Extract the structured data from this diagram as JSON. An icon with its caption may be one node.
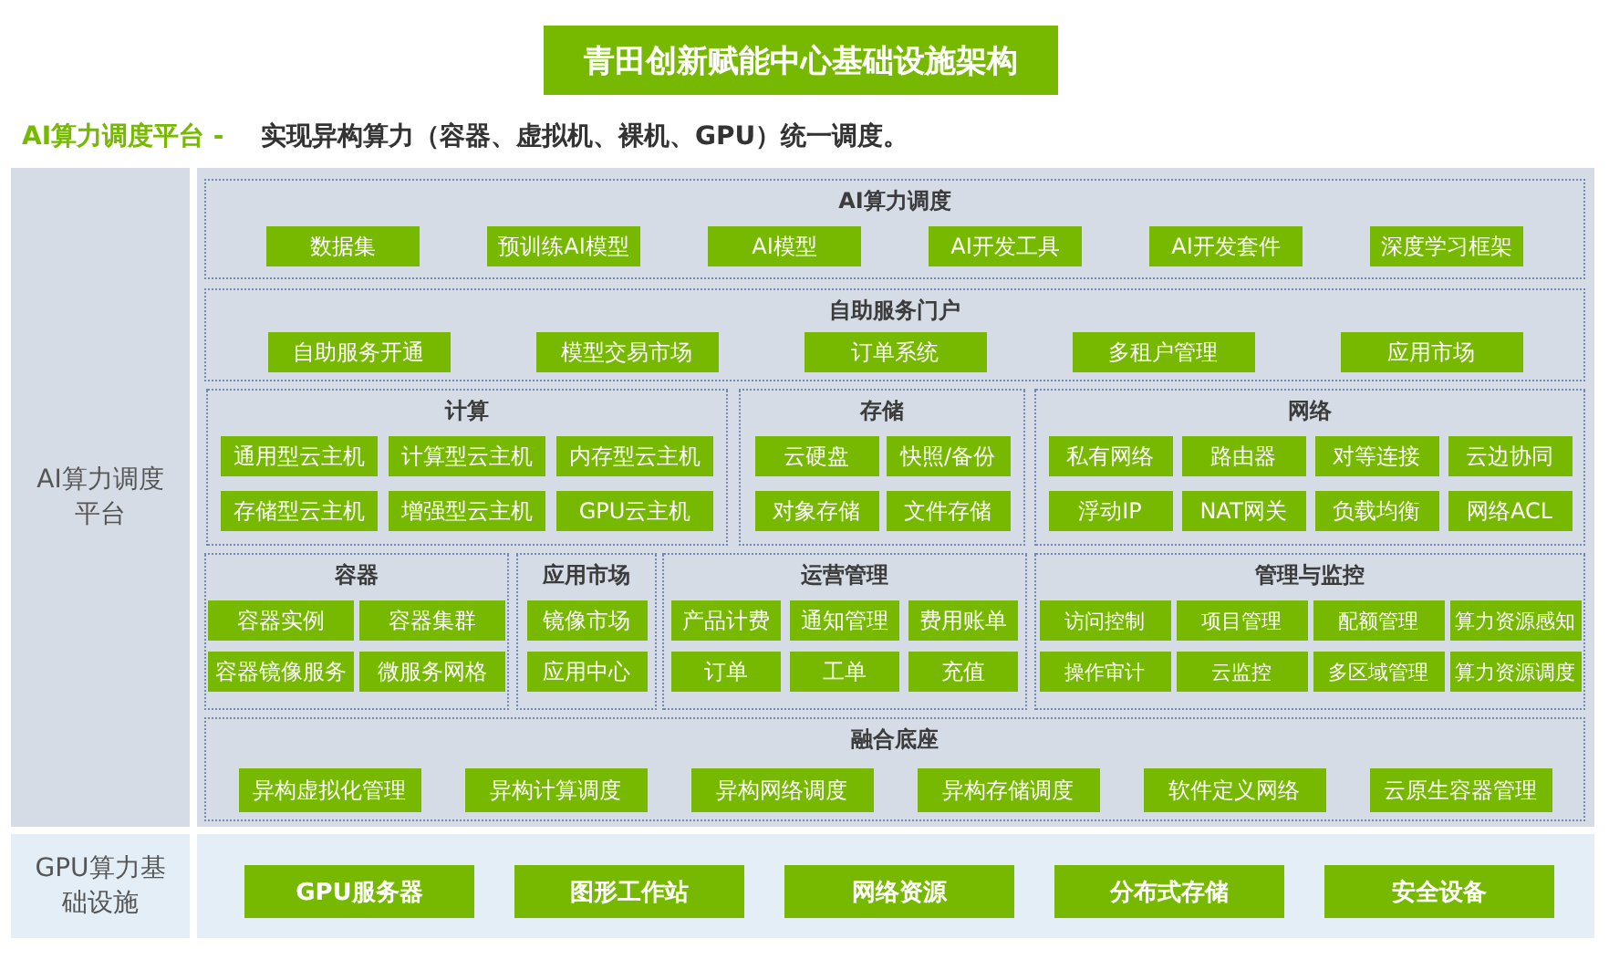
{
  "diagram": {
    "title": "青田创新赋能中心基础设施架构",
    "nodes": [
      {
        "text": [
          "AI算力调度平台"
        ]
      },
      {
        "text": [
          "AI算力调度"
        ]
      },
      {
        "text": [
          "数据集"
        ],
        "in": 1
      },
      {
        "text": [
          "预训练AI模型"
        ],
        "in": 1
      },
      {
        "text": [
          "AI模型"
        ],
        "in": 1
      },
      {
        "text": [
          "AI开发工具"
        ],
        "in": 1
      },
      {
        "text": [
          "AI开发套件"
        ],
        "in": 1
      },
      {
        "text": [
          "深度学习框架"
        ],
        "in": 1
      },
      {
        "text": [
          "自助服务门户"
        ]
      },
      {
        "text": [
          "自助服务开通"
        ],
        "in": 8
      },
      {
        "text": [
          "模型交易市场"
        ],
        "in": 8
      },
      {
        "text": [
          "订单系统"
        ],
        "in": 8
      },
      {
        "text": [
          "多租户管理"
        ],
        "in": 8
      },
      {
        "text": [
          "应用市场"
        ],
        "in": 8
      },
      {
        "text": [
          "计算"
        ]
      },
      {
        "text": [
          "通用型云主机"
        ],
        "in": 14
      },
      {
        "text": [
          "计算型云主机"
        ],
        "in": 14
      },
      {
        "text": [
          "内存型云主机"
        ],
        "in": 14
      },
      {
        "text": [
          "存储型云主机"
        ],
        "in": 14
      },
      {
        "text": [
          "增强型云主机"
        ],
        "in": 14
      },
      {
        "text": [
          "GPU云主机"
        ],
        "in": 14
      },
      {
        "text": [
          "存储"
        ]
      },
      {
        "text": [
          "云硬盘"
        ],
        "in": 21
      },
      {
        "text": [
          "快照/备份"
        ],
        "in": 21
      },
      {
        "text": [
          "对象存储"
        ],
        "in": 21
      },
      {
        "text": [
          "文件存储"
        ],
        "in": 21
      },
      {
        "text": [
          "网络"
        ]
      },
      {
        "text": [
          "私有网络"
        ],
        "in": 26
      },
      {
        "text": [
          "路由器"
        ],
        "in": 26
      },
      {
        "text": [
          "对等连接"
        ],
        "in": 26
      },
      {
        "text": [
          "云边协同"
        ],
        "in": 26
      },
      {
        "text": [
          "浮动IP"
        ],
        "in": 26
      },
      {
        "text": [
          "NAT网关"
        ],
        "in": 26
      },
      {
        "text": [
          "负载均衡"
        ],
        "in": 26
      },
      {
        "text": [
          "网络ACL"
        ],
        "in": 26
      },
      {
        "text": [
          "容器"
        ]
      },
      {
        "text": [
          "容器实例"
        ],
        "in": 35
      },
      {
        "text": [
          "容器集群"
        ],
        "in": 35
      },
      {
        "text": [
          "容器镜像服务"
        ],
        "in": 35
      },
      {
        "text": [
          "微服务网格"
        ],
        "in": 35
      },
      {
        "text": [
          "应用市场"
        ]
      },
      {
        "text": [
          "镜像市场"
        ],
        "in": 40
      },
      {
        "text": [
          "应用中心"
        ],
        "in": 40
      },
      {
        "text": [
          "运营管理"
        ]
      },
      {
        "text": [
          "产品计费"
        ],
        "in": 43
      },
      {
        "text": [
          "通知管理"
        ],
        "in": 43
      },
      {
        "text": [
          "费用账单"
        ],
        "in": 43
      },
      {
        "text": [
          "订单"
        ],
        "in": 43
      },
      {
        "text": [
          "工单"
        ],
        "in": 43
      },
      {
        "text": [
          "充值"
        ],
        "in": 43
      },
      {
        "text": [
          "管理与监控"
        ]
      },
      {
        "text": [
          "访问控制"
        ],
        "in": 50
      },
      {
        "text": [
          "项目管理"
        ],
        "in": 50
      },
      {
        "text": [
          "配额管理"
        ],
        "in": 50
      },
      {
        "text": [
          "算力资源感知"
        ],
        "in": 50
      },
      {
        "text": [
          "操作审计"
        ],
        "in": 50
      },
      {
        "text": [
          "云监控"
        ],
        "in": 50
      },
      {
        "text": [
          "多区域管理"
        ],
        "in": 50
      },
      {
        "text": [
          "算力资源调度"
        ],
        "in": 50
      },
      {
        "text": [
          "融合底座"
        ]
      },
      {
        "text": [
          "异构虚拟化管理"
        ],
        "in": 59
      },
      {
        "text": [
          "异构计算调度"
        ],
        "in": 59
      },
      {
        "text": [
          "异构网络调度"
        ],
        "in": 59
      },
      {
        "text": [
          "异构存储调度"
        ],
        "in": 59
      },
      {
        "text": [
          "软件定义网络"
        ],
        "in": 59
      },
      {
        "text": [
          "云原生容器管理"
        ],
        "in": 59
      },
      {
        "text": [
          "GPU算力基础设施"
        ]
      },
      {
        "text": [
          "GPU服务器"
        ]
      },
      {
        "text": [
          "图形工作站"
        ]
      },
      {
        "text": [
          "网络资源"
        ]
      },
      {
        "text": [
          "分布式存储"
        ]
      },
      {
        "text": [
          "安全设备"
        ]
      }
    ],
    "labels": [
      "AI算力调度平台 -",
      "实现异构算力（容器、虚拟机、裸机、GPU）统一调度。"
    ]
  }
}
